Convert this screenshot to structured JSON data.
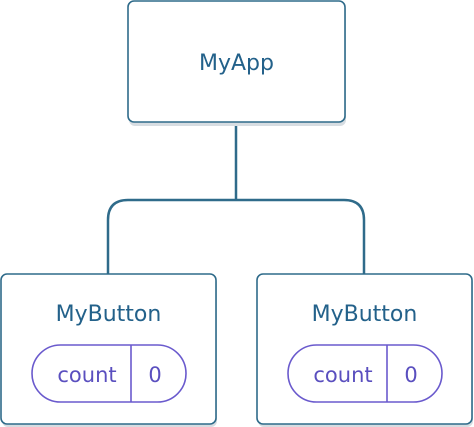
{
  "root": {
    "label": "MyApp"
  },
  "children": [
    {
      "label": "MyButton",
      "state": {
        "name": "count",
        "value": "0"
      }
    },
    {
      "label": "MyButton",
      "state": {
        "name": "count",
        "value": "0"
      }
    }
  ],
  "colors": {
    "border": "#2f6b8a",
    "text": "#23618a",
    "pill_border": "#6a5acd",
    "pill_text": "#5a4fbf",
    "background": "#ffffff",
    "shadow": "#d7dde2"
  }
}
